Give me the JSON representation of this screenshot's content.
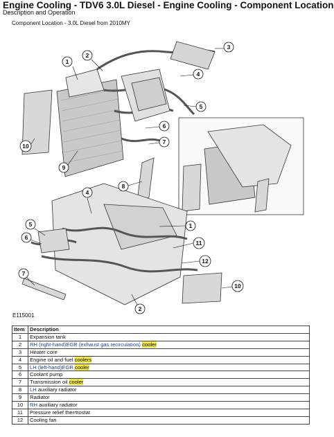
{
  "header": {
    "title": "Engine Cooling - TDV6 3.0L Diesel - Engine Cooling    - Component Location",
    "subtitle": "Description and Operation",
    "caption": "Component Location - 3.0L Diesel from 2010MY"
  },
  "figure": {
    "figure_id": "E115001",
    "callouts": [
      "1",
      "2",
      "3",
      "4",
      "5",
      "6",
      "7",
      "8",
      "9",
      "10",
      "1",
      "2",
      "4",
      "5",
      "6",
      "7",
      "10",
      "11",
      "12"
    ]
  },
  "legend": {
    "headers": [
      "Item",
      "Description"
    ],
    "rows": [
      {
        "item": "1",
        "pre": "Expansion tank",
        "link": "",
        "mid": "",
        "hl": ""
      },
      {
        "item": "2",
        "pre": "",
        "link": "RH (right-hand)EGR (exhaust gas recirculation)",
        "mid": " ",
        "hl": "cooler"
      },
      {
        "item": "3",
        "pre": "Heater core",
        "link": "",
        "mid": "",
        "hl": ""
      },
      {
        "item": "4",
        "pre": "Engine oil and fuel ",
        "link": "",
        "mid": "",
        "hl": "coolers"
      },
      {
        "item": "5",
        "pre": "",
        "link": "LH (left-hand)EGR",
        "mid": " ",
        "hl": "cooler"
      },
      {
        "item": "6",
        "pre": "Coolant pump",
        "link": "",
        "mid": "",
        "hl": ""
      },
      {
        "item": "7",
        "pre": "Transmission oil ",
        "link": "",
        "mid": "",
        "hl": "cooler"
      },
      {
        "item": "8",
        "pre": "",
        "link": "LH",
        "mid": " auxiliary radiator",
        "hl": ""
      },
      {
        "item": "9",
        "pre": "Radiator",
        "link": "",
        "mid": "",
        "hl": ""
      },
      {
        "item": "10",
        "pre": "",
        "link": "RH",
        "mid": " auxiliary radiator",
        "hl": ""
      },
      {
        "item": "11",
        "pre": "Pressure relief thermostat",
        "link": "",
        "mid": "",
        "hl": ""
      },
      {
        "item": "12",
        "pre": "Cooling fan",
        "link": "",
        "mid": "",
        "hl": ""
      }
    ]
  }
}
